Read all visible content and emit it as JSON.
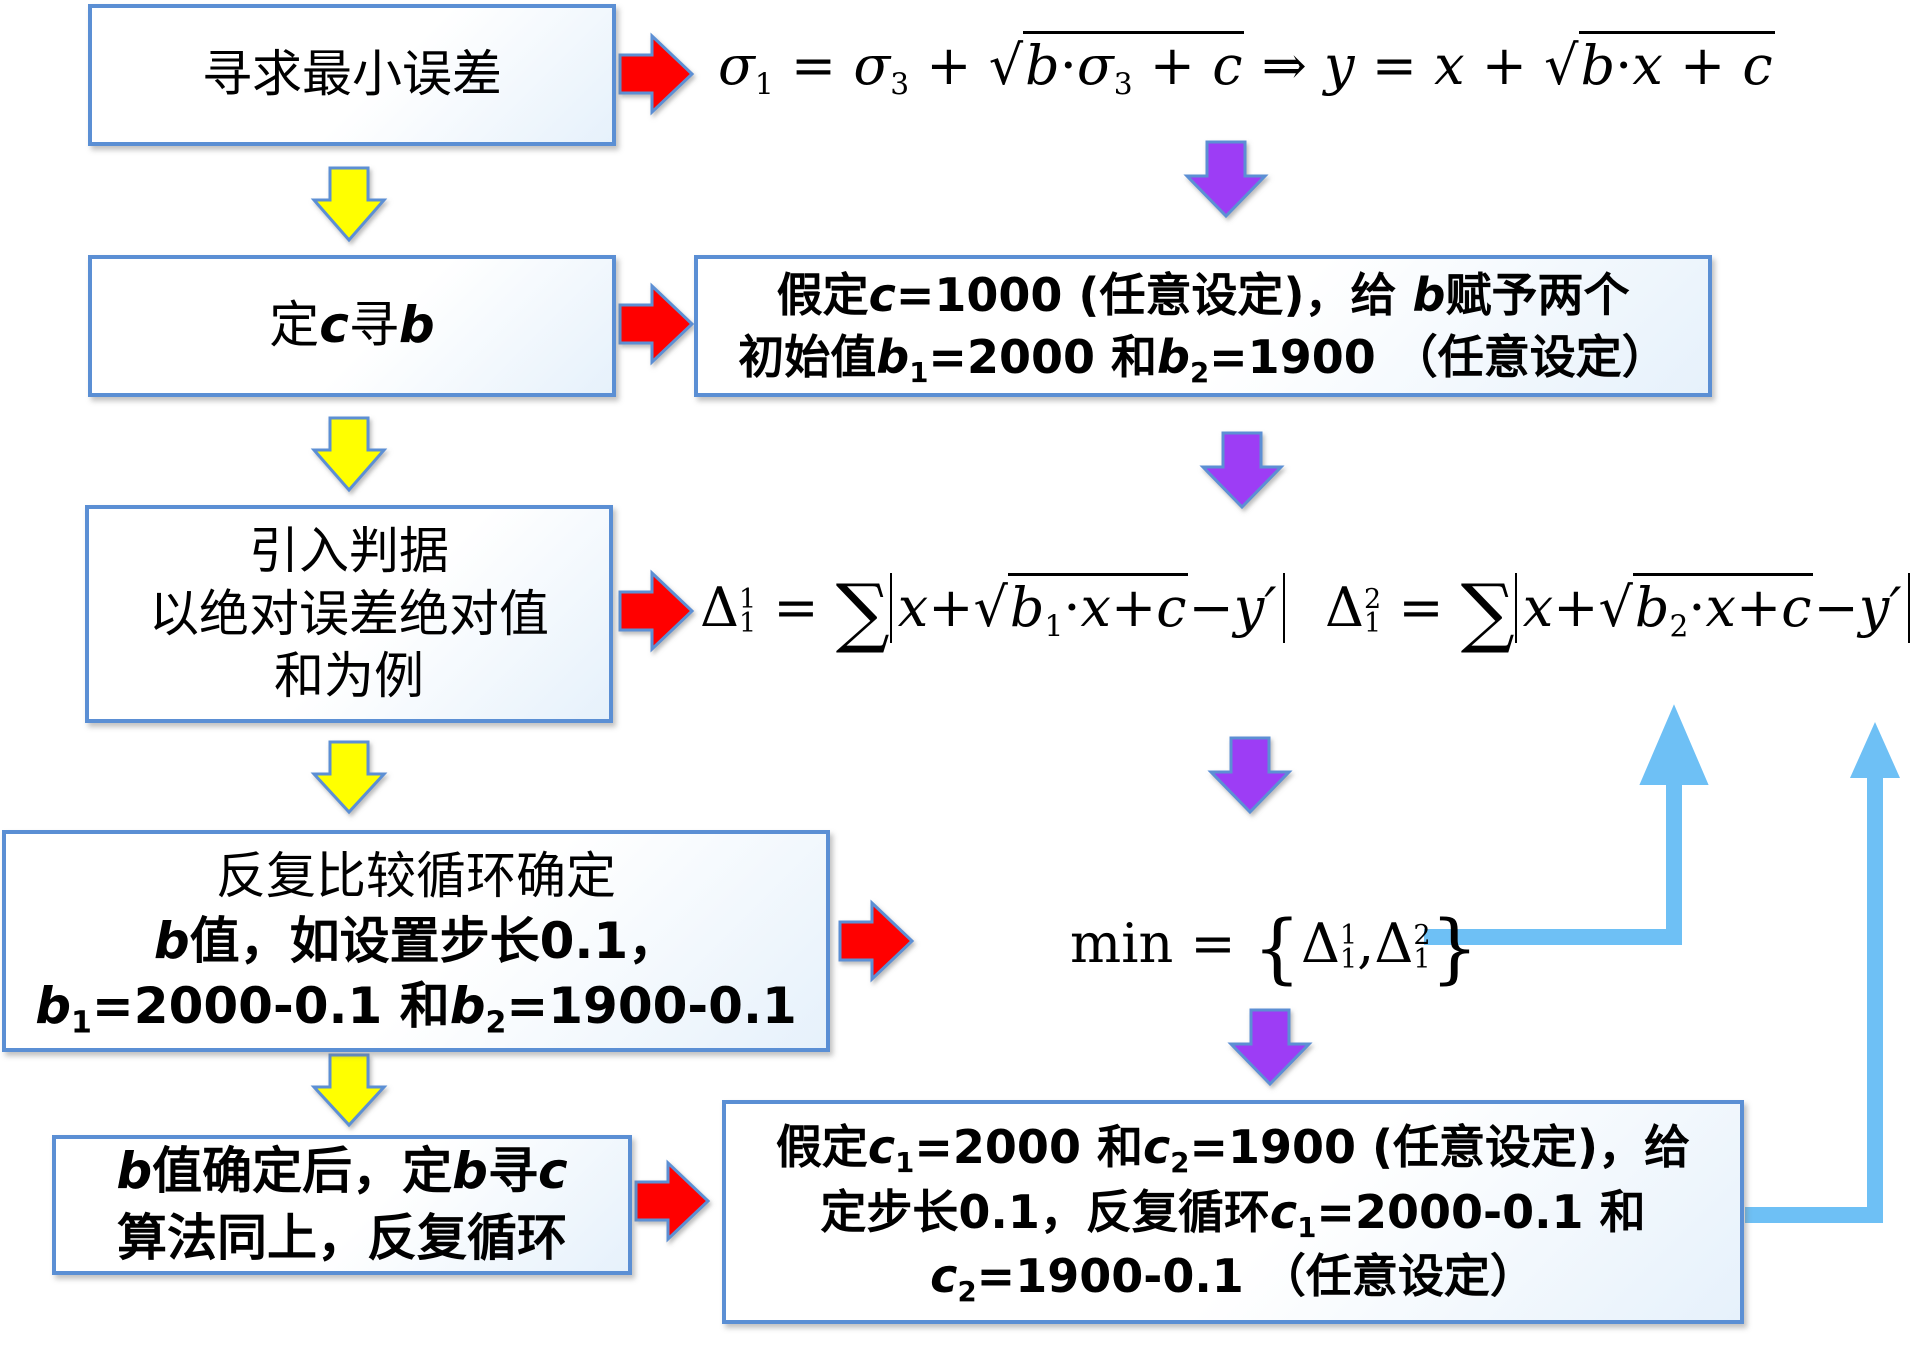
{
  "colors": {
    "box_border": "#5b8fd4",
    "down_arrow_yellow": "#ffff00",
    "down_arrow_purple": "#9d3df5",
    "right_arrow_red": "#ff0000",
    "feedback_arrow_blue": "#6ec0f5"
  },
  "left_boxes": [
    {
      "lines": [
        "寻求最小误差"
      ]
    },
    {
      "pre": "定",
      "c": "c",
      "mid": "寻",
      "b": "b"
    },
    {
      "lines": [
        "引入判据",
        "以绝对误差绝对值",
        "和为例"
      ]
    },
    {
      "l1": "反复比较循环确定",
      "l2_var": "b",
      "l2_text": "值，如设置步长0.1，",
      "l3_b": "b",
      "l3_s1": "1",
      "l3_t1": "=2000-0.1 和",
      "l3_b2": "b",
      "l3_s2": "2",
      "l3_t2": "=1900-0.1"
    },
    {
      "l1_b": "b",
      "l1_t1": "值确定后，定",
      "l1_b2": "b",
      "l1_t2": "寻",
      "l1_c": "c",
      "l2": "算法同上，反复循环"
    }
  ],
  "right_boxes": {
    "assume_c": {
      "t1": "假定",
      "c": "c",
      "t2": "=1000 (任意设定)，给 ",
      "b": "b",
      "t3": "赋予两个",
      "t4": "初始值",
      "b1": "b",
      "s1": "1",
      "t5": "=2000 和",
      "b2": "b",
      "s2": "2",
      "t6": "=1900 （任意设定）"
    },
    "assume_c12": {
      "t1": "假定",
      "c1": "c",
      "s1": "1",
      "t2": "=2000 和",
      "c2": "c",
      "s2": "2",
      "t3": "=1900 (任意设定)，给",
      "t4": "定步长0.1，反复循环",
      "c3": "c",
      "s3": "1",
      "t5": "=2000-0.1 和",
      "c4": "c",
      "s4": "2",
      "t6": "=1900-0.1 （任意设定）"
    }
  },
  "formulas": {
    "f1": {
      "sigma": "σ",
      "s1": "1",
      "eq": " = ",
      "s3": "3",
      "plus": " + ",
      "b": "b",
      "dot": "·",
      "c": "c",
      "implies": " ⇒ ",
      "y": "y",
      "x": "x"
    },
    "delta1": {
      "D": "Δ",
      "sub": "1",
      "sup": "1",
      "eq": " = ",
      "sum": "∑",
      "x": "x",
      "plus": "+",
      "b": "b",
      "bsub": "1",
      "dot": "·",
      "c": "c",
      "minus": "−",
      "y": "y′"
    },
    "delta2": {
      "D": "Δ",
      "sub": "1",
      "sup": "2",
      "eq": " = ",
      "sum": "∑",
      "x": "x",
      "plus": "+",
      "b": "b",
      "bsub": "2",
      "dot": "·",
      "c": "c",
      "minus": "−",
      "y": "y′"
    },
    "min": {
      "min": "min",
      "eq": " = ",
      "lb": "{",
      "D": "Δ",
      "sub": "1",
      "sup1": "1",
      "comma": ",",
      "sup2": "2",
      "rb": "}"
    }
  }
}
